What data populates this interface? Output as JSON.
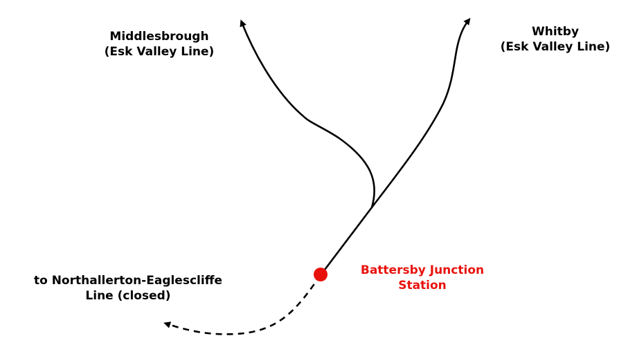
{
  "title": "Battersby Junction track layout",
  "colors": {
    "track": "#000000",
    "station": "#e8120c",
    "station_label": "#e8120c"
  },
  "labels": {
    "middlesbrough": {
      "line1": "Middlesbrough",
      "line2": "(Esk Valley Line)"
    },
    "whitby": {
      "line1": "Whitby",
      "line2": "(Esk Valley Line)"
    },
    "station": {
      "line1": "Battersby Junction",
      "line2": "Station"
    },
    "closed_line": {
      "line1": "to Northallerton-Eaglescliffe",
      "line2": "Line (closed)"
    }
  },
  "tracks": [
    {
      "name": "middlesbrough-branch",
      "style": "solid",
      "destination": "Middlesbrough"
    },
    {
      "name": "whitby-branch",
      "style": "solid",
      "destination": "Whitby"
    },
    {
      "name": "northallerton-branch",
      "style": "dashed",
      "destination": "Northallerton-Eaglescliffe",
      "status": "closed"
    }
  ]
}
